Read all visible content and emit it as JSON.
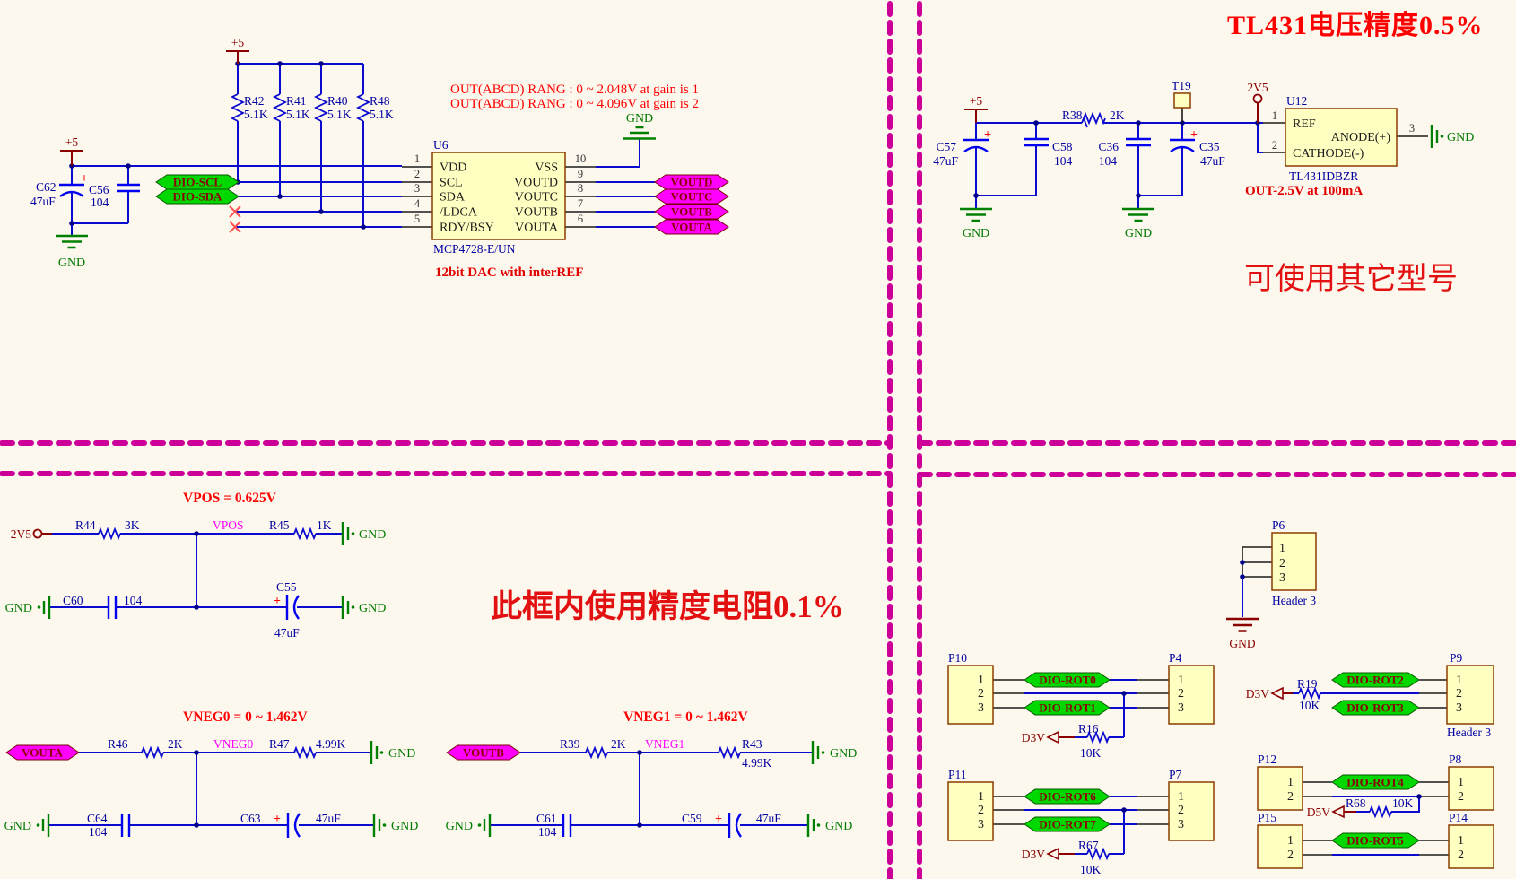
{
  "common": {
    "gnd": "GND",
    "plus5": "+5",
    "v25": "2V5",
    "d3v": "D3V",
    "d5v": "D5V",
    "header3": "Header 3"
  },
  "colors": {
    "background": "#FDF8EE",
    "wire_blue": "#0B0BD0",
    "cap_blue": "#0202F0",
    "divider_magenta": "#CC0099",
    "body_fill": "#FFFFC2",
    "body_border": "#8B3D00",
    "port_green": "#00D800",
    "port_magenta": "#FF00FF",
    "annotation_red": "#FF0000",
    "power_dark_red": "#8B0000",
    "gnd_green": "#008000",
    "net_magenta": "#FF00FF"
  },
  "dac": {
    "annotation_line1": "OUT(ABCD) RANG : 0 ~ 2.048V at gain is 1",
    "annotation_line2": "OUT(ABCD) RANG : 0 ~ 4.096V at gain is 2",
    "note": "12bit DAC with interREF",
    "chip": {
      "ref": "U6",
      "part": "MCP4728-E/UN",
      "pins_left": [
        {
          "num": "1",
          "name": "VDD"
        },
        {
          "num": "2",
          "name": "SCL"
        },
        {
          "num": "3",
          "name": "SDA"
        },
        {
          "num": "4",
          "name": "/LDCA"
        },
        {
          "num": "5",
          "name": "RDY/BSY"
        }
      ],
      "pins_right": [
        {
          "num": "10",
          "name": "VSS"
        },
        {
          "num": "9",
          "name": "VOUTD"
        },
        {
          "num": "8",
          "name": "VOUTC"
        },
        {
          "num": "7",
          "name": "VOUTB"
        },
        {
          "num": "6",
          "name": "VOUTA"
        }
      ]
    },
    "resistors": [
      {
        "ref": "R42",
        "value": "5.1K"
      },
      {
        "ref": "R41",
        "value": "5.1K"
      },
      {
        "ref": "R40",
        "value": "5.1K"
      },
      {
        "ref": "R48",
        "value": "5.1K"
      }
    ],
    "caps": [
      {
        "ref": "C62",
        "value": "47uF"
      },
      {
        "ref": "C56",
        "value": "104"
      }
    ],
    "ports_in": [
      "DIO-SCL",
      "DIO-SDA"
    ],
    "ports_out": [
      "VOUTD",
      "VOUTC",
      "VOUTB",
      "VOUTA"
    ]
  },
  "tl431": {
    "title": "TL431电压精度0.5%",
    "note": "可使用其它型号",
    "out_note": "OUT-2.5V at 100mA",
    "chip": {
      "ref": "U12",
      "part": "TL431IDBZR",
      "pin1": "1",
      "pin2": "2",
      "pin3": "3",
      "pin_ref": "REF",
      "pin_anode": "ANODE(+)",
      "pin_cathode": "CATHODE(-)"
    },
    "r38": {
      "ref": "R38",
      "value": "2K"
    },
    "caps": [
      {
        "ref": "C57",
        "value": "47uF"
      },
      {
        "ref": "C58",
        "value": "104"
      },
      {
        "ref": "C36",
        "value": "104"
      },
      {
        "ref": "C35",
        "value": "47uF"
      }
    ],
    "testpoint": "T19"
  },
  "precision": {
    "note": "此框内使用精度电阻0.1%",
    "vpos": {
      "title": "VPOS  =  0.625V",
      "net": "VPOS",
      "r1": {
        "ref": "R44",
        "value": "3K"
      },
      "r2": {
        "ref": "R45",
        "value": "1K"
      },
      "c1": {
        "ref": "C60",
        "value": "104"
      },
      "c2": {
        "ref": "C55",
        "value": "47uF"
      }
    },
    "vneg0": {
      "title": "VNEG0 = 0 ~ 1.462V",
      "net": "VNEG0",
      "port": "VOUTA",
      "r1": {
        "ref": "R46",
        "value": "2K"
      },
      "r2": {
        "ref": "R47",
        "value": "4.99K"
      },
      "c1": {
        "ref": "C64",
        "value": "104"
      },
      "c2": {
        "ref": "C63",
        "value": "47uF"
      }
    },
    "vneg1": {
      "title": "VNEG1 = 0 ~ 1.462V",
      "net": "VNEG1",
      "port": "VOUTB",
      "r1": {
        "ref": "R39",
        "value": "2K"
      },
      "r2": {
        "ref": "R43",
        "value": "4.99K"
      },
      "c1": {
        "ref": "C61",
        "value": "104"
      },
      "c2": {
        "ref": "C59",
        "value": "47uF"
      }
    }
  },
  "headers": {
    "ports": [
      "DIO-ROT0",
      "DIO-ROT1",
      "DIO-ROT2",
      "DIO-ROT3",
      "DIO-ROT4",
      "DIO-ROT5",
      "DIO-ROT6",
      "DIO-ROT7"
    ],
    "p6": {
      "ref": "P6",
      "type": "Header 3",
      "pins": [
        "1",
        "2",
        "3"
      ]
    },
    "p10": {
      "ref": "P10",
      "pins": [
        "1",
        "2",
        "3"
      ]
    },
    "p4": {
      "ref": "P4",
      "pins": [
        "1",
        "2",
        "3"
      ]
    },
    "p9": {
      "ref": "P9",
      "type": "Header 3",
      "pins": [
        "1",
        "2",
        "3"
      ]
    },
    "p11": {
      "ref": "P11",
      "pins": [
        "1",
        "2",
        "3"
      ]
    },
    "p7": {
      "ref": "P7",
      "pins": [
        "1",
        "2",
        "3"
      ]
    },
    "p12": {
      "ref": "P12",
      "pins": [
        "1",
        "2"
      ]
    },
    "p8": {
      "ref": "P8",
      "pins": [
        "1",
        "2"
      ]
    },
    "p15": {
      "ref": "P15",
      "pins": [
        "1",
        "2"
      ]
    },
    "p14": {
      "ref": "P14",
      "pins": [
        "1",
        "2"
      ]
    },
    "r16": {
      "ref": "R16",
      "value": "10K"
    },
    "r19": {
      "ref": "R19",
      "value": "10K"
    },
    "r67": {
      "ref": "R67",
      "value": "10K"
    },
    "r68": {
      "ref": "R68",
      "value": "10K"
    }
  }
}
